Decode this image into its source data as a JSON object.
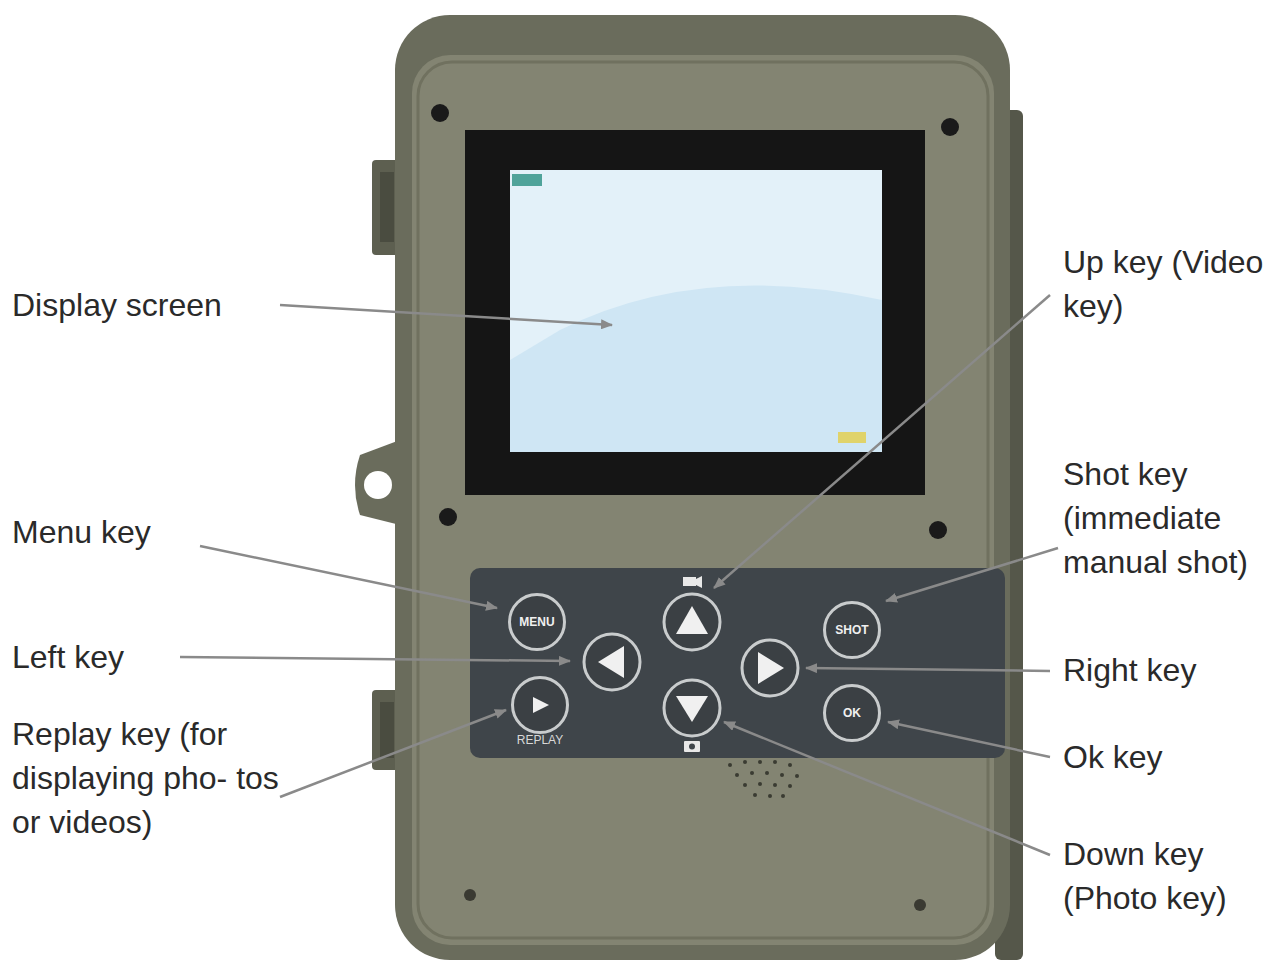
{
  "diagram": {
    "nodes": [
      {
        "text": [
          "MENU"
        ]
      },
      {
        "text": [
          "SHOT"
        ]
      },
      {
        "text": [
          "REPLAY"
        ]
      },
      {
        "text": [
          "OK"
        ]
      }
    ],
    "labels": [
      "Display screen",
      "Up key (Video key)",
      "Shot key (immediate manual shot)",
      "Menu key",
      "Left key",
      "Right key",
      "Replay key (for displaying pho- tos or videos)",
      "Ok key",
      "Down key (Photo key)"
    ]
  }
}
